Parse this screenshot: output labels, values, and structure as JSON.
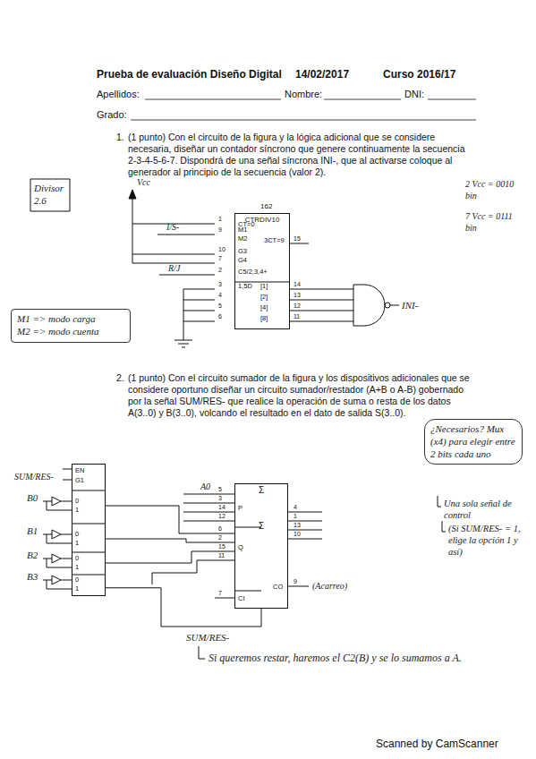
{
  "diagram": {
    "nodes": [
      {
        "text": [
          "162",
          "CTRDIV10",
          "CT=0",
          "M1",
          "M2",
          "G3",
          "G4",
          "C5/2,3,4+",
          "1,5D",
          "[1]",
          "[2]",
          "[4]",
          "[8]",
          "3CT=9"
        ]
      },
      {
        "text": [
          "M1 => modo carga",
          "M2 => modo cuenta"
        ]
      },
      {
        "text": [
          "¿Necesarios? Mux (x4) para elegir entre 2 bits cada uno"
        ]
      },
      {
        "text": [
          "EN",
          "G1",
          "0",
          "1",
          "0",
          "1",
          "0",
          "1",
          "0",
          "1"
        ]
      },
      {
        "text": [
          "Σ",
          "P",
          "Q",
          "Σ",
          "CI",
          "CO"
        ]
      }
    ],
    "edges": [
      {
        "from": 3,
        "to": 4,
        "arrow": "none"
      }
    ],
    "labels": [
      "Prueba de evaluación Diseño Digital",
      "14/02/2017",
      "Curso 2016/17",
      "Apellidos:",
      "Nombre:",
      "DNI:",
      "Grado:",
      "1.",
      "(1 punto) Con el circuito de la figura y la lógica adicional que se considere necesaria, diseñar un contador síncrono que genere continuamente la secuencia 2-3-4-5-6-7. Dispondrá de una señal síncrona INI-, que al activarse coloque al generador al principio de la secuencia (valor 2).",
      "Divisor 2.6",
      "Vcc",
      "I/S-",
      "R/J",
      "INI-",
      "2 Vcc = 0010 bin",
      "7 Vcc = 0111 bin",
      "1",
      "9",
      "10",
      "7",
      "2",
      "3",
      "4",
      "5",
      "6",
      "15",
      "14",
      "13",
      "12",
      "11",
      "2.",
      "(1 punto) Con el circuito sumador de la figura y los dispositivos adicionales que se considere oportuno diseñar un circuito sumador/restador (A+B o A-B) gobernado por la señal SUM/RES- que realice la operación de suma o resta de los datos A(3..0) y B(3..0), volcando el resultado en el dato de salida S(3..0).",
      "SUM/RES-",
      "B0",
      "B1",
      "B2",
      "B3",
      "A0",
      "5",
      "3",
      "14",
      "12",
      "6",
      "2",
      "15",
      "11",
      "7",
      "4",
      "1",
      "13",
      "10",
      "9",
      "(Acarreo)",
      "Una sola señal de control",
      "(Si SUM/RES- = 1, elige la opción 1 y así)",
      "SUM/RES-",
      "Si queremos restar, haremos el C2(B) y se lo sumamos a A.",
      "Scanned by CamScanner"
    ]
  }
}
